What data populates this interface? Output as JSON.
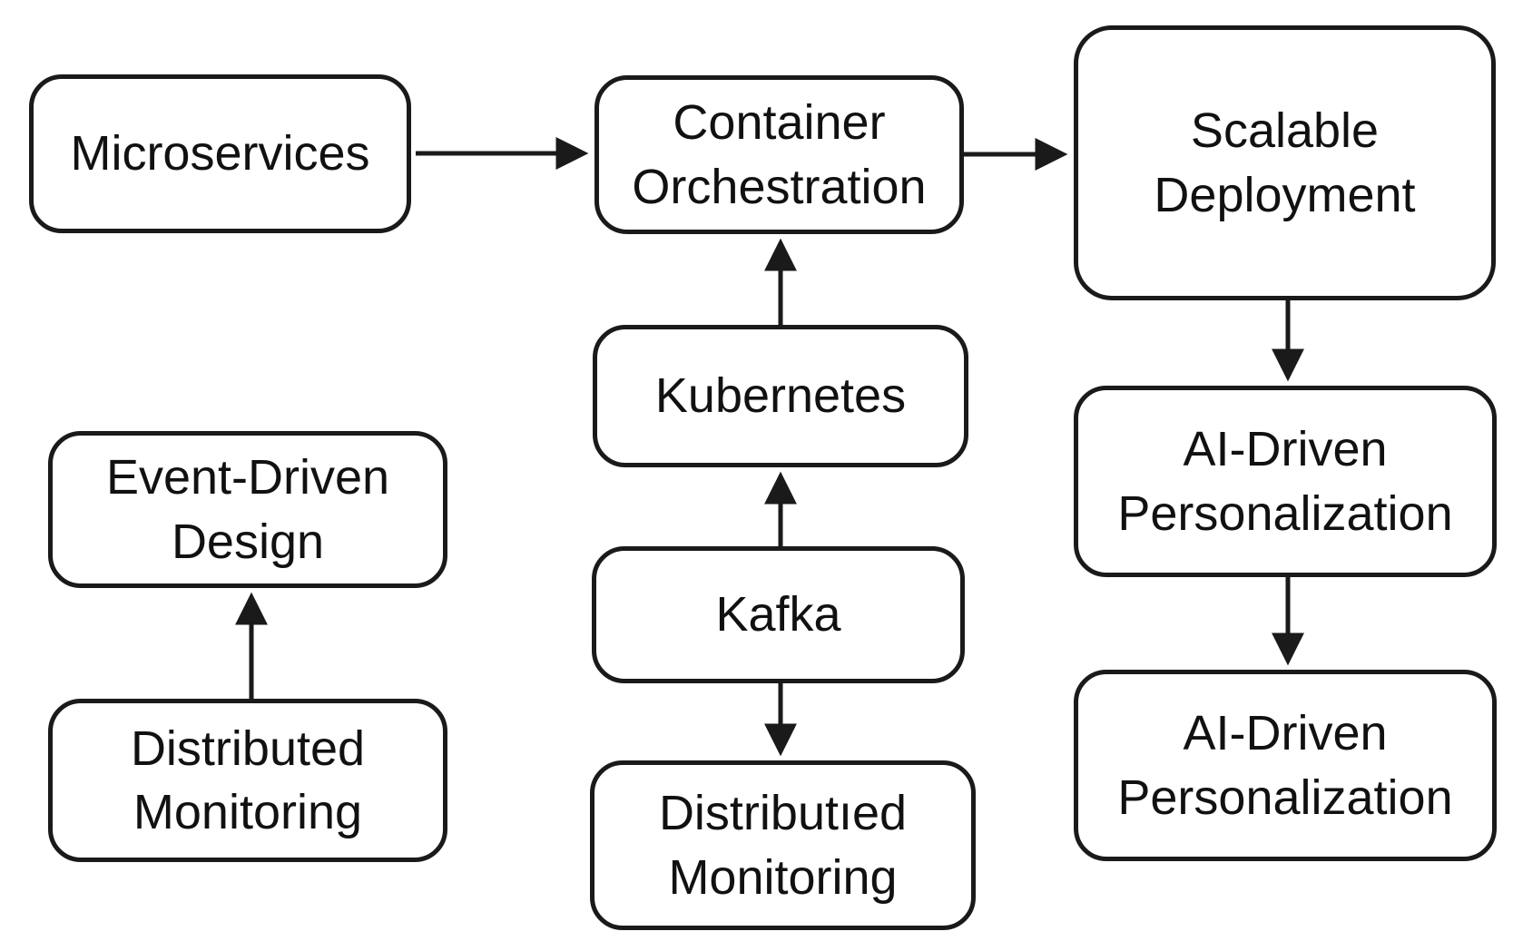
{
  "diagram": {
    "type": "flowchart",
    "background_color": "#ffffff",
    "node_border_color": "#1a1a1a",
    "node_fill_color": "#ffffff",
    "text_color": "#111111",
    "arrow_color": "#1a1a1a",
    "nodes": {
      "microservices": {
        "label": "Microservices"
      },
      "container_orchestration": {
        "label": "Container\nOrchestration"
      },
      "scalable_deployment": {
        "label": "Scalable\nDeployment"
      },
      "kubernetes": {
        "label": "Kubernetes"
      },
      "kafka": {
        "label": "Kafka"
      },
      "distributed_monitoring_center": {
        "label": "Distributıed\nMonitoring"
      },
      "event_driven_design": {
        "label": "Event-Driven\nDesign"
      },
      "distributed_monitoring_left": {
        "label": "Distributed\nMonitoring"
      },
      "ai_driven_personalization_1": {
        "label": "AI-Driven\nPersonalization"
      },
      "ai_driven_personalization_2": {
        "label": "AI-Driven\nPersonalization"
      }
    },
    "edges": [
      {
        "from": "microservices",
        "to": "container_orchestration",
        "direction": "right"
      },
      {
        "from": "container_orchestration",
        "to": "scalable_deployment",
        "direction": "right"
      },
      {
        "from": "kubernetes",
        "to": "container_orchestration",
        "direction": "up"
      },
      {
        "from": "kafka",
        "to": "kubernetes",
        "direction": "up"
      },
      {
        "from": "kafka",
        "to": "distributed_monitoring_center",
        "direction": "down"
      },
      {
        "from": "distributed_monitoring_left",
        "to": "event_driven_design",
        "direction": "up"
      },
      {
        "from": "scalable_deployment",
        "to": "ai_driven_personalization_1",
        "direction": "down"
      },
      {
        "from": "ai_driven_personalization_1",
        "to": "ai_driven_personalization_2",
        "direction": "down"
      }
    ]
  }
}
